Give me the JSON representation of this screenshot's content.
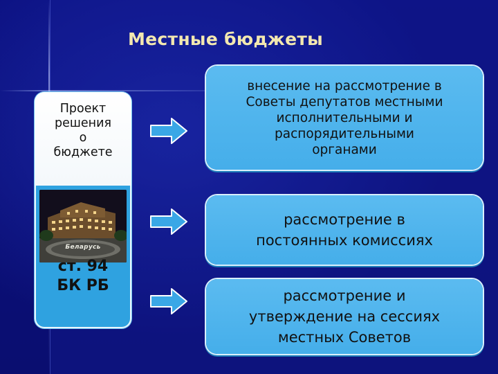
{
  "slide": {
    "title": "Местные бюджеты",
    "left_card": {
      "top_text": "Проект\nрешения\nо\nбюджете",
      "photo_caption": "Беларусь",
      "bottom_text": "ст. 94\nБК РБ"
    },
    "steps": [
      {
        "text": "внесение на рассмотрение в\nСоветы депутатов местными\nисполнительными и\nраспорядительными\nорганами"
      },
      {
        "text": "рассмотрение в\nпостоянных комиссиях"
      },
      {
        "text": "рассмотрение и\nутверждение на сессиях\nместных Советов"
      }
    ],
    "colors": {
      "background": "#0a0f7a",
      "title": "#f3e8b0",
      "box_fill": "#4fb5ee",
      "card_fill": "#2fa2e0",
      "arrow_fill": "#3aa7e6"
    }
  }
}
